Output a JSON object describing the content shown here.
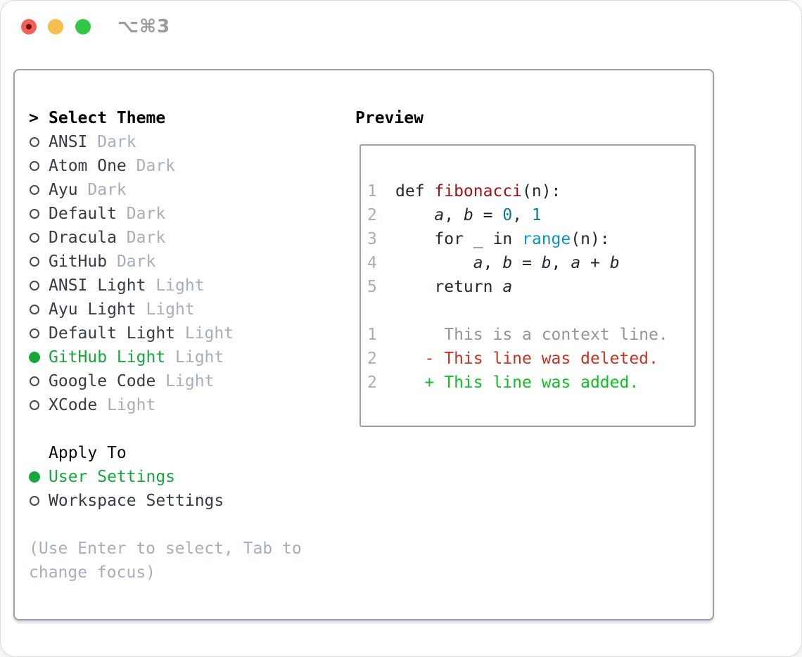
{
  "window": {
    "title": "⌥⌘3",
    "traffic_lights": [
      "close",
      "minimize",
      "zoom"
    ]
  },
  "panel": {
    "left": {
      "header": {
        "cursor": ">",
        "label": "Select Theme"
      },
      "themes": [
        {
          "name": "ANSI",
          "variant": "Dark",
          "selected": false
        },
        {
          "name": "Atom One",
          "variant": "Dark",
          "selected": false
        },
        {
          "name": "Ayu",
          "variant": "Dark",
          "selected": false
        },
        {
          "name": "Default",
          "variant": "Dark",
          "selected": false
        },
        {
          "name": "Dracula",
          "variant": "Dark",
          "selected": false
        },
        {
          "name": "GitHub",
          "variant": "Dark",
          "selected": false
        },
        {
          "name": "ANSI Light",
          "variant": "Light",
          "selected": false
        },
        {
          "name": "Ayu Light",
          "variant": "Light",
          "selected": false
        },
        {
          "name": "Default Light",
          "variant": "Light",
          "selected": false
        },
        {
          "name": "GitHub Light",
          "variant": "Light",
          "selected": true
        },
        {
          "name": "Google Code",
          "variant": "Light",
          "selected": false
        },
        {
          "name": "XCode",
          "variant": "Light",
          "selected": false
        }
      ],
      "apply_to": {
        "label": "Apply To",
        "options": [
          {
            "name": "User Settings",
            "selected": true
          },
          {
            "name": "Workspace Settings",
            "selected": false
          }
        ]
      },
      "help_lines": [
        "(Use Enter to select, Tab to",
        "change focus)"
      ]
    },
    "preview": {
      "label": "Preview",
      "code_lines": [
        {
          "n": "1",
          "tokens": [
            [
              "def ",
              "text"
            ],
            [
              "fibonacci",
              "func"
            ],
            [
              "(n):",
              "text"
            ]
          ]
        },
        {
          "n": "2",
          "tokens": [
            [
              "    ",
              "text"
            ],
            [
              "a",
              "var"
            ],
            [
              ", ",
              "text"
            ],
            [
              "b",
              "var"
            ],
            [
              " = ",
              "text"
            ],
            [
              "0",
              "num"
            ],
            [
              ", ",
              "text"
            ],
            [
              "1",
              "num"
            ]
          ]
        },
        {
          "n": "3",
          "tokens": [
            [
              "    for _ in ",
              "text"
            ],
            [
              "range",
              "builtin"
            ],
            [
              "(n):",
              "text"
            ]
          ]
        },
        {
          "n": "4",
          "tokens": [
            [
              "        ",
              "text"
            ],
            [
              "a",
              "var"
            ],
            [
              ", ",
              "text"
            ],
            [
              "b",
              "var"
            ],
            [
              " = ",
              "text"
            ],
            [
              "b",
              "var"
            ],
            [
              ", ",
              "text"
            ],
            [
              "a",
              "var"
            ],
            [
              " + ",
              "text"
            ],
            [
              "b",
              "var"
            ]
          ]
        },
        {
          "n": "5",
          "tokens": [
            [
              "    return ",
              "text"
            ],
            [
              "a",
              "var"
            ]
          ]
        }
      ],
      "diff_lines": [
        {
          "n": "1",
          "tokens": [
            [
              "     This is a context line.",
              "context"
            ]
          ]
        },
        {
          "n": "2",
          "tokens": [
            [
              "   - This line was deleted.",
              "removed"
            ]
          ]
        },
        {
          "n": "2",
          "tokens": [
            [
              "   + This line was added.",
              "added"
            ]
          ]
        }
      ]
    }
  },
  "colors": {
    "accent_green": "#17a63c",
    "diff_added_green": "#0fc024",
    "diff_removed_red": "#c63322",
    "context_gray": "#8f969f",
    "function_red": "#a01119",
    "number_teal": "#0c7e86",
    "builtin_blue": "#0795c6",
    "text_dark": "#23282f",
    "muted_gray": "#a7aebb",
    "panel_border": "#99a1ab",
    "titlebar_text": "#9b9b9b",
    "traffic_red": "#ef6156",
    "traffic_yellow": "#f5bf4e",
    "traffic_green": "#31c746"
  }
}
